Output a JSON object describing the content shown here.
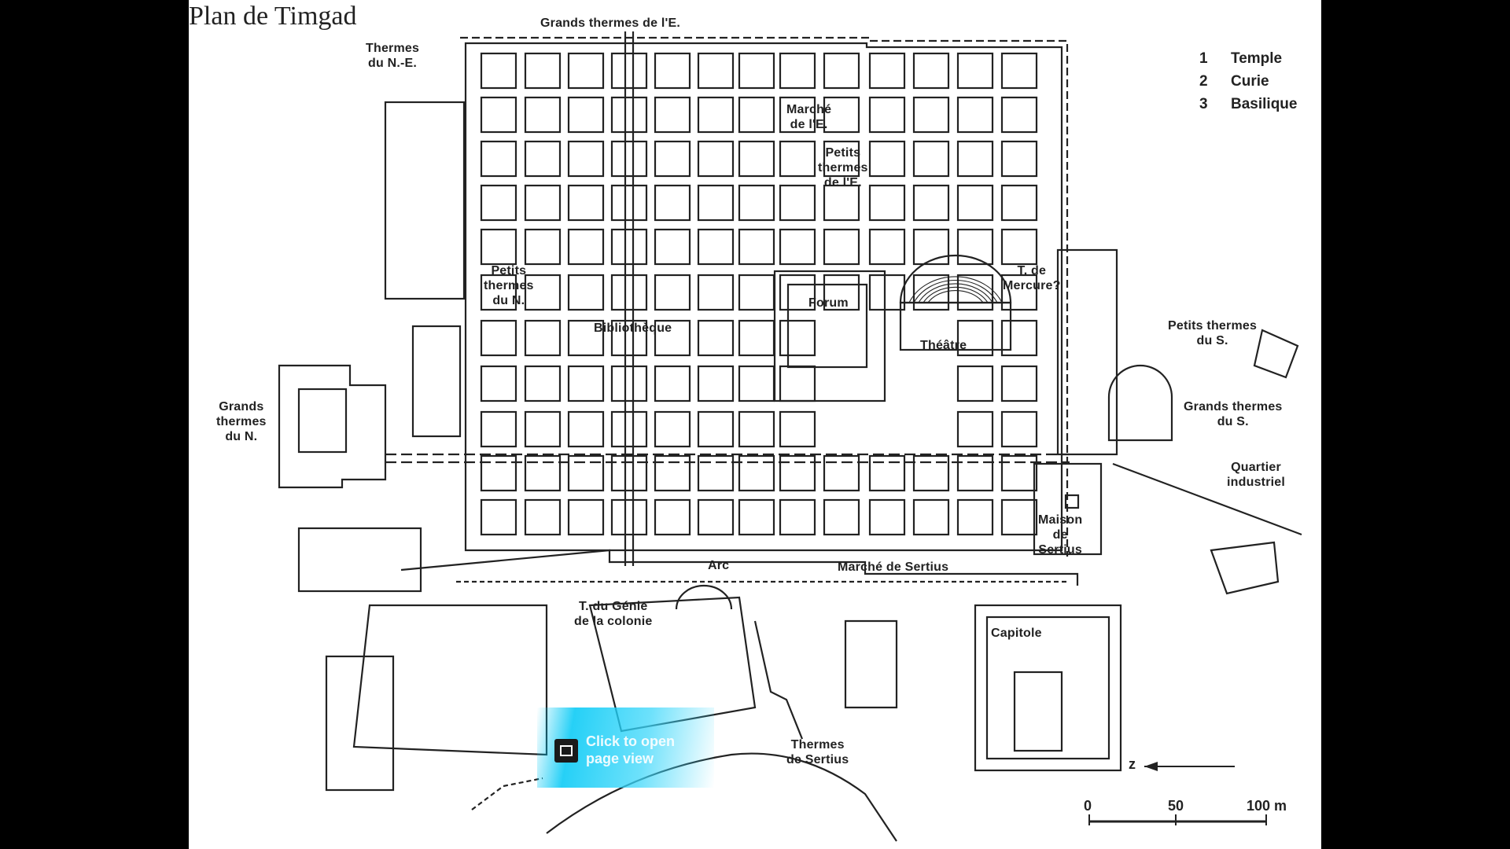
{
  "map": {
    "title": "Plan de Timgad",
    "labels": {
      "grands_thermes_ne": "Grands thermes de l'E.",
      "thermes_ne": "Thermes\ndu N.-E.",
      "marche_e": "Marché\nde l'E.",
      "petits_thermes_e": "Petits\nthermes\nde l'E.",
      "petits_thermes_n": "Petits\nthermes\ndu N.",
      "bibliotheque": "Bibliothèque",
      "forum": "Forum",
      "theatre": "Théâtre",
      "t_mercure": "T. de\nMercure?",
      "grands_thermes_n": "Grands\nthermes\ndu N.",
      "petits_thermes_s": "Petits thermes\ndu S.",
      "grands_thermes_s": "Grands thermes\ndu S.",
      "quartier_industriel": "Quartier\nindustriel",
      "maison_sertius": "Maison\nde\nSertius",
      "arc": "Arc",
      "marche_sertius": "Marché de Sertius",
      "t_genie": "T. du Génie\nde la colonie",
      "capitole": "Capitole",
      "thermes_sertius": "Thermes\nde Sertius"
    },
    "legend": [
      {
        "num": "1",
        "name": "Temple"
      },
      {
        "num": "2",
        "name": "Curie"
      },
      {
        "num": "3",
        "name": "Basilique"
      }
    ],
    "north_symbol": "z",
    "scale": {
      "ticks": [
        "0",
        "50",
        "100 m"
      ]
    }
  },
  "overlay": {
    "icon": "film-icon",
    "text": "Click to open\npage view"
  },
  "colors": {
    "ink": "#222222",
    "paper": "#ffffff",
    "overlay": "#00c8f5"
  }
}
